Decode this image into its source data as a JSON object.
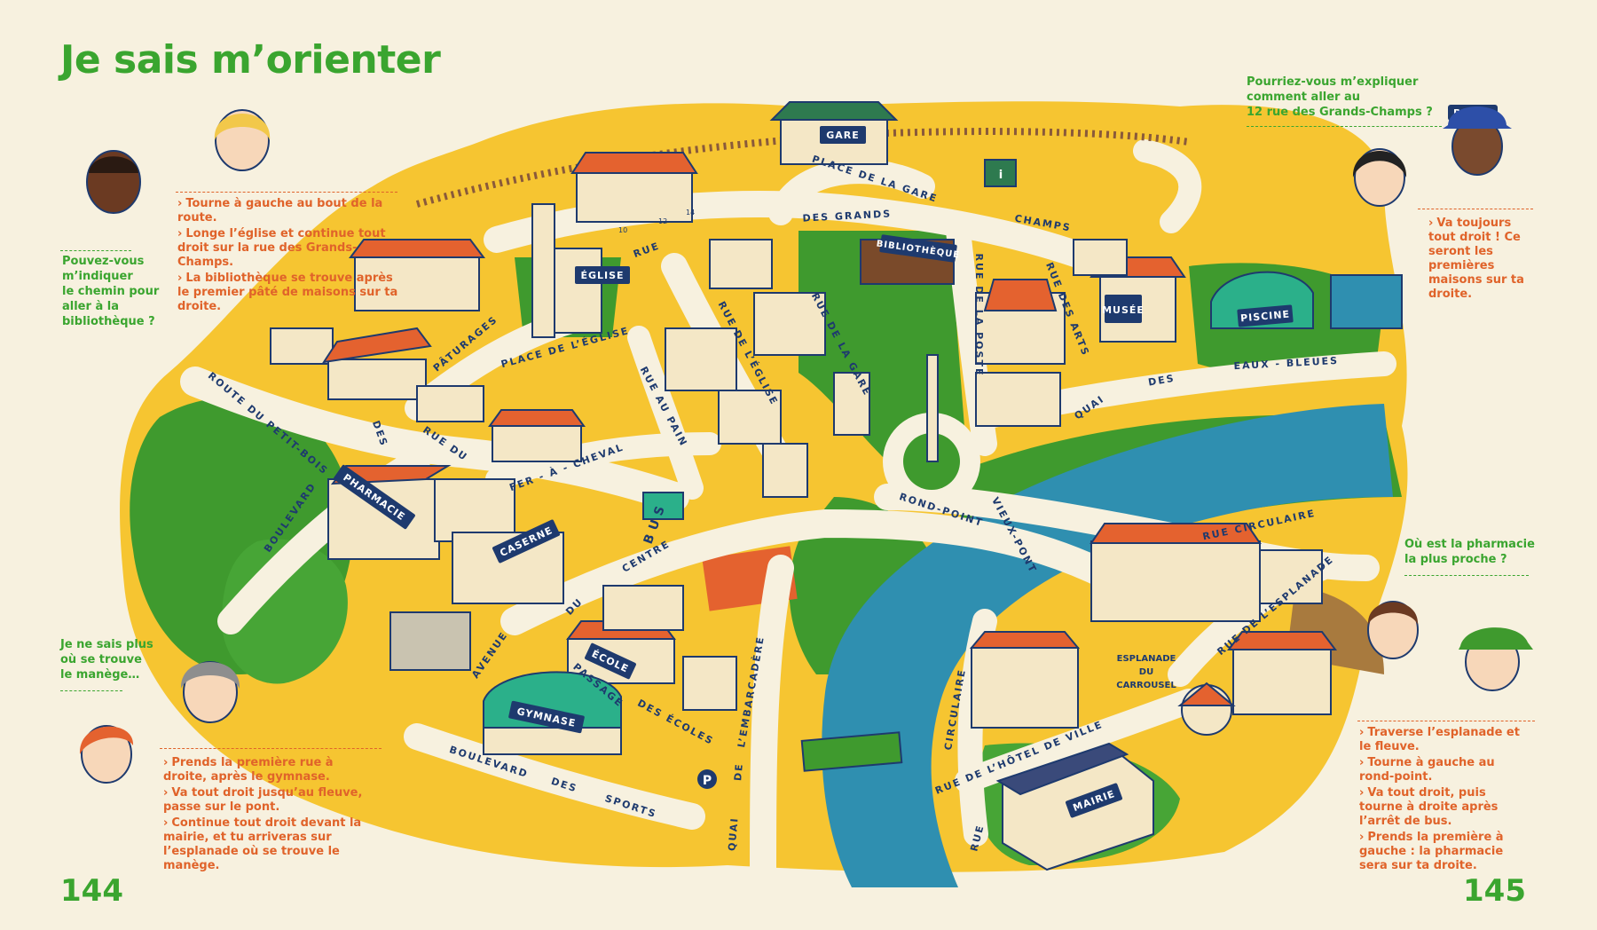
{
  "title": "Je sais m’orienter",
  "page_left": "144",
  "page_right": "145",
  "questions": {
    "bibliotheque": [
      "Pouvez-vous",
      "m’indiquer",
      "le chemin pour",
      "aller à la",
      "bibliothèque ?"
    ],
    "manege": [
      "Je ne sais plus",
      "où se trouve",
      "le manège…"
    ],
    "grands_champs": [
      "Pourriez-vous m’expliquer",
      "comment aller au",
      "12 rue des Grands-Champs ?"
    ],
    "pharmacie": [
      "Où est la pharmacie",
      "la plus proche ?"
    ]
  },
  "answers": {
    "bibliotheque": [
      "Tourne à gauche au bout de la route.",
      "Longe l’église et continue tout droit sur la rue des Grands-Champs.",
      "La bibliothèque se trouve après le premier pâté de maisons sur ta droite."
    ],
    "manege": [
      "Prends la première rue à droite, après le gymnase.",
      "Va tout droit jusqu’au fleuve, passe sur le pont.",
      "Continue tout droit devant la mairie, et tu arriveras sur l’esplanade où se trouve le manège."
    ],
    "grands_champs": [
      "Va toujours tout droit ! Ce seront les premières maisons sur ta droite."
    ],
    "pharmacie": [
      "Traverse l’esplanade et le fleuve.",
      "Tourne à gauche au rond-point.",
      "Va tout droit, puis tourne à droite après l’arrêt de bus.",
      "Prends la première à gauche : la pharmacie sera sur ta droite."
    ]
  },
  "buildings": {
    "gare": "GARE",
    "bibliotheque": "BIBLIOTHÈQUE",
    "eglise": "ÉGLISE",
    "musee": "MUSÉE",
    "piscine": "PISCINE",
    "pharmacie": "PHARMACIE",
    "caserne": "CASERNE",
    "ecole": "ÉCOLE",
    "gymnase": "GYMNASE",
    "mairie": "MAIRIE",
    "police": "POLICE",
    "esplanade": [
      "ESPLANADE",
      "DU",
      "CARROUSEL"
    ],
    "house_numbers": [
      "10",
      "12",
      "14"
    ],
    "bus": "BUS",
    "parking": "P",
    "info": "i"
  },
  "streets": {
    "place_gare": "PLACE DE LA GARE",
    "grands": "DES  GRANDS",
    "champs": "CHAMPS",
    "rue_left": "RUE",
    "rue_eglise": "RUE DE L’ÉGLISE",
    "rue_la_gare": "RUE DE LA GARE",
    "rue_poste": "RUE DE LA POSTE",
    "rue_arts": "RUE DES ARTS",
    "quai_eaux": "QUAI",
    "des_eaux": "DES",
    "eaux_bleues": "EAUX  -  BLEUES",
    "paturages": "PÂTURAGES",
    "place_eglise": "PLACE  DE  L’ÉGLISE",
    "rue_au_pain": "RUE AU PAIN",
    "route_petit_bois": "ROUTE DU PETIT-BOIS",
    "des_left": "DES",
    "rue_du": "RUE DU",
    "fer_a_cheval": "FER - À - CHEVAL",
    "boulevard": "BOULEVARD",
    "rond_point": "ROND-POINT",
    "vieux_pont": "VIEUX-PONT",
    "rue_circulaire": "RUE CIRCULAIRE",
    "rue_esplanade": "RUE DE L’ESPLANADE",
    "centre": "CENTRE",
    "du": "DU",
    "avenue": "AVENUE",
    "passage": "PASSAGE",
    "des_ecoles": "DES    ÉCOLES",
    "embarcadere": "L’EMBARCADÈRE",
    "quai_de": "DE",
    "quai_left": "QUAI",
    "bd_sports": "BOULEVARD",
    "des_sports": "DES",
    "sports": "SPORTS",
    "circulaire": "CIRCULAIRE",
    "hotel_ville": "RUE DE L’HÔTEL DE VILLE",
    "rue_bottom": "RUE"
  },
  "colors": {
    "green_text": "#3aa52f",
    "orange_text": "#e0632a",
    "road": "#f7f1df",
    "land": "#f6c531",
    "grass": "#3f9a2e",
    "river": "#2f8fb0",
    "roof": "#e4622f",
    "wall": "#f4e7c6",
    "navy": "#1e3a6e"
  }
}
